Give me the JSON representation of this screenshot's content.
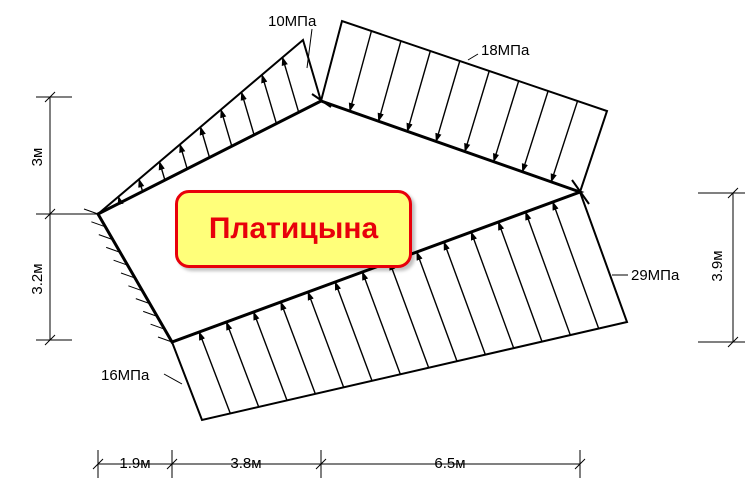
{
  "loads": {
    "top_left": "10МПа",
    "top_right": "18МПа",
    "bottom_right": "29МПа",
    "bottom_left": "16МПа"
  },
  "dimensions": {
    "left_upper": "3м",
    "left_lower": "3.2м",
    "right": "3.9м",
    "bottom_1": "1.9м",
    "bottom_2": "3.8м",
    "bottom_3": "6.5м"
  },
  "name_label": "Платицына",
  "colors": {
    "label_border": "#e8000b",
    "label_fill": "#ffff7a",
    "label_text": "#e8000b"
  }
}
